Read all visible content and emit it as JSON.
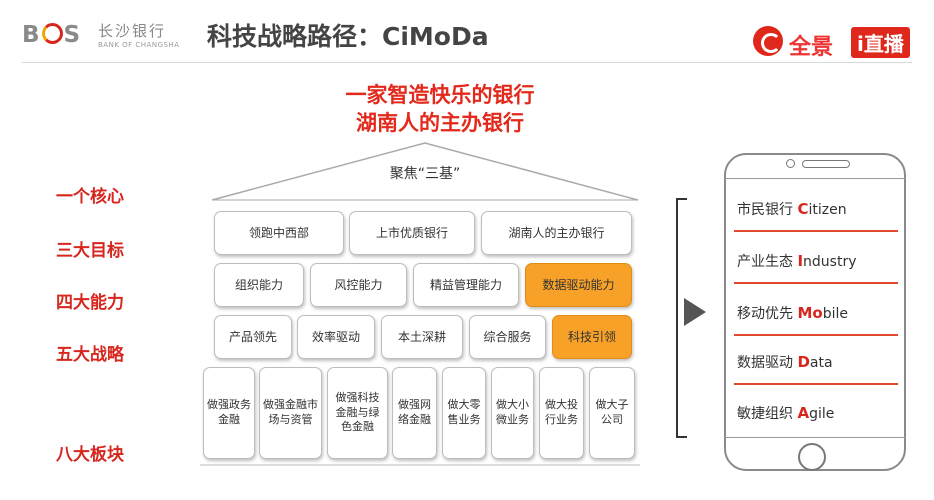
{
  "header": {
    "logo_mark": [
      "B",
      "S"
    ],
    "logo_cn": "长沙银行",
    "logo_en": "BANK OF CHANGSHA",
    "title": "科技战略路径：CiMoDa",
    "brand_text": "全景",
    "brand_tag": "i直播"
  },
  "slogans": [
    "一家智造快乐的银行",
    "湖南人的主办银行"
  ],
  "core": "聚焦“三基”",
  "row_labels": [
    "一个核心",
    "三大目标",
    "四大能力",
    "五大战略",
    "八大板块"
  ],
  "goals": [
    "领跑中西部",
    "上市优质银行",
    "湖南人的主办银行"
  ],
  "capabilities": [
    "组织能力",
    "风控能力",
    "精益管理能力",
    "数据驱动能力"
  ],
  "strategies": [
    "产品领先",
    "效率驱动",
    "本土深耕",
    "综合服务",
    "科技引领"
  ],
  "segments": [
    "做强政务金融",
    "做强金融市场与资管",
    "做强科技金融与绿色金融",
    "做强网络金融",
    "做大零售业务",
    "做大小微业务",
    "做大投行业务",
    "做大子公司"
  ],
  "colors": {
    "accent": "#d7261e",
    "highlight": "#f7a128"
  },
  "phone_items": [
    {
      "prefix": "市民银行 ",
      "letter": "C",
      "rest": "itizen"
    },
    {
      "prefix": "产业生态 ",
      "letter": "I",
      "rest": "ndustry"
    },
    {
      "prefix": "移动优先 ",
      "letter": "Mo",
      "rest": "bile"
    },
    {
      "prefix": "数据驱动 ",
      "letter": "D",
      "rest": "ata"
    },
    {
      "prefix": "敏捷组织 ",
      "letter": "A",
      "rest": "gile"
    }
  ]
}
